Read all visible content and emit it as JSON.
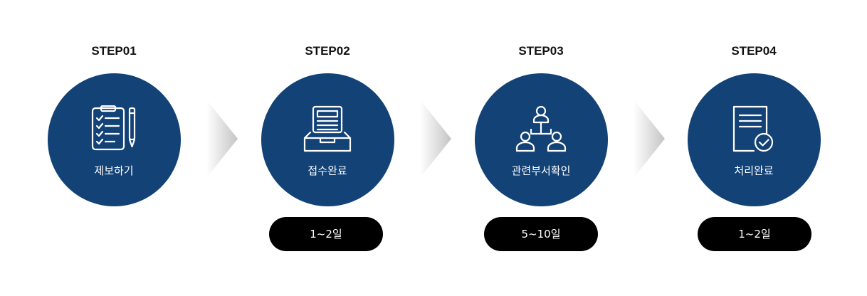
{
  "colors": {
    "circle": "#134276",
    "pill": "#000000",
    "chevron_light": "#ffffff",
    "chevron_dark": "#c4c4c4"
  },
  "steps": [
    {
      "title": "STEP01",
      "label": "제보하기",
      "icon": "clipboard-checklist-pencil-icon"
    },
    {
      "title": "STEP02",
      "label": "접수완료",
      "icon": "document-tray-icon",
      "duration": "1~2일"
    },
    {
      "title": "STEP03",
      "label": "관련부서확인",
      "icon": "organization-people-icon",
      "duration": "5~10일"
    },
    {
      "title": "STEP04",
      "label": "처리완료",
      "icon": "document-check-icon",
      "duration": "1~2일"
    }
  ]
}
